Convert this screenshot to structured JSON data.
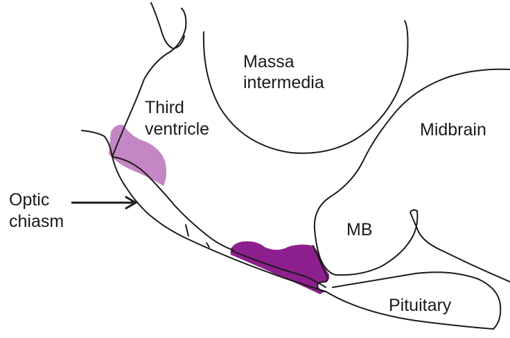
{
  "labels": {
    "massa_intermedia": [
      "Massa",
      "intermedia"
    ],
    "third_ventricle": [
      "Third",
      "ventricle"
    ],
    "midbrain": "Midbrain",
    "optic_chiasm": [
      "Optic",
      "chiasm"
    ],
    "mb": "MB",
    "pituitary": "Pituitary"
  },
  "colors": {
    "outline": "#1a1a1a",
    "light_region": "#c486c4",
    "dark_region": "#8e1f8e",
    "background": "#ffffff"
  }
}
